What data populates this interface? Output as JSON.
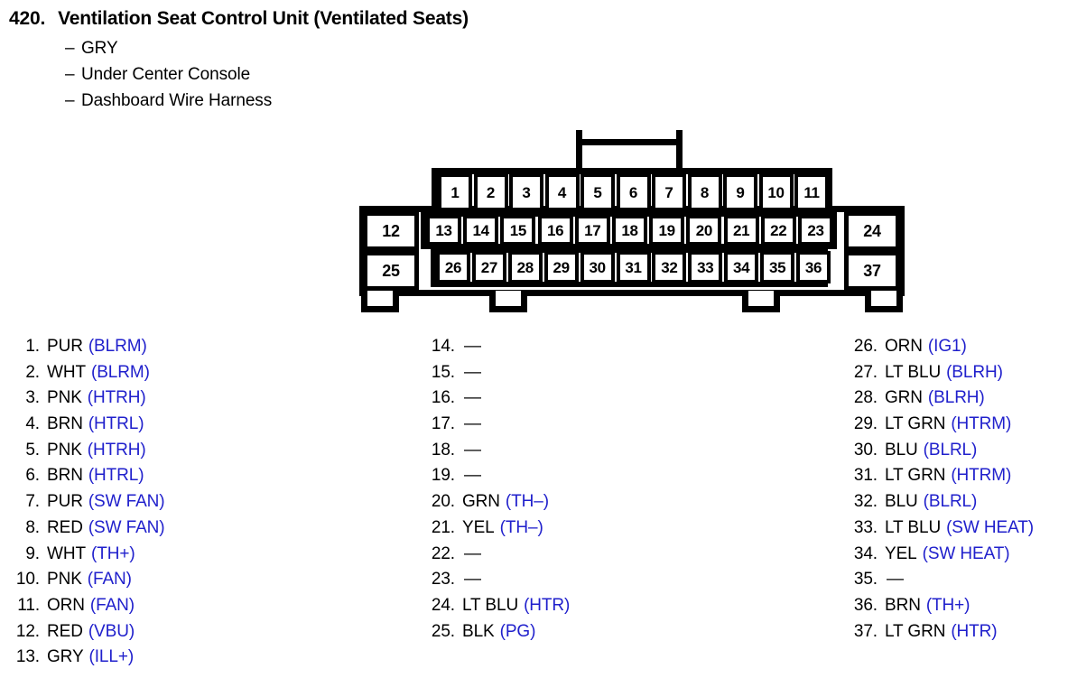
{
  "header": {
    "entry_number": "420.",
    "title": "Ventilation Seat Control Unit (Ventilated Seats)",
    "bullets": [
      {
        "dash": "–",
        "text": "GRY"
      },
      {
        "dash": "–",
        "text": "Under Center Console"
      },
      {
        "dash": "–",
        "text": "Dashboard Wire Harness"
      }
    ]
  },
  "connector": {
    "top_row": [
      "1",
      "2",
      "3",
      "4",
      "5",
      "6",
      "7",
      "8",
      "9",
      "10",
      "11"
    ],
    "left_mid": "12",
    "left_bottom": "25",
    "middle_row": [
      "13",
      "14",
      "15",
      "16",
      "17",
      "18",
      "19",
      "20",
      "21",
      "22",
      "23"
    ],
    "bottom_row": [
      "26",
      "27",
      "28",
      "29",
      "30",
      "31",
      "32",
      "33",
      "34",
      "35",
      "36"
    ],
    "right_mid": "24",
    "right_bottom": "37"
  },
  "colors": {
    "signal_blue": "#2020CC",
    "text_black": "#000000",
    "background": "#ffffff"
  },
  "pin_list": {
    "column_1": [
      {
        "num": "1.",
        "wire": "PUR",
        "signal": "(BLRM)"
      },
      {
        "num": "2.",
        "wire": "WHT",
        "signal": "(BLRM)"
      },
      {
        "num": "3.",
        "wire": "PNK",
        "signal": "(HTRH)"
      },
      {
        "num": "4.",
        "wire": "BRN",
        "signal": "(HTRL)"
      },
      {
        "num": "5.",
        "wire": "PNK",
        "signal": "(HTRH)"
      },
      {
        "num": "6.",
        "wire": "BRN",
        "signal": "(HTRL)"
      },
      {
        "num": "7.",
        "wire": "PUR",
        "signal": "(SW FAN)"
      },
      {
        "num": "8.",
        "wire": "RED",
        "signal": "(SW FAN)"
      },
      {
        "num": "9.",
        "wire": "WHT",
        "signal": "(TH+)"
      },
      {
        "num": "10.",
        "wire": "PNK",
        "signal": "(FAN)"
      },
      {
        "num": "11.",
        "wire": "ORN",
        "signal": "(FAN)"
      },
      {
        "num": "12.",
        "wire": "RED",
        "signal": "(VBU)"
      },
      {
        "num": "13.",
        "wire": "GRY",
        "signal": "(ILL+)"
      }
    ],
    "column_2": [
      {
        "num": "14.",
        "wire": "—",
        "signal": ""
      },
      {
        "num": "15.",
        "wire": "—",
        "signal": ""
      },
      {
        "num": "16.",
        "wire": "—",
        "signal": ""
      },
      {
        "num": "17.",
        "wire": "—",
        "signal": ""
      },
      {
        "num": "18.",
        "wire": "—",
        "signal": ""
      },
      {
        "num": "19.",
        "wire": "—",
        "signal": ""
      },
      {
        "num": "20.",
        "wire": "GRN",
        "signal": "(TH–)"
      },
      {
        "num": "21.",
        "wire": "YEL",
        "signal": "(TH–)"
      },
      {
        "num": "22.",
        "wire": "—",
        "signal": ""
      },
      {
        "num": "23.",
        "wire": "—",
        "signal": ""
      },
      {
        "num": "24.",
        "wire": "LT BLU",
        "signal": "(HTR)"
      },
      {
        "num": "25.",
        "wire": "BLK",
        "signal": "(PG)"
      }
    ],
    "column_3": [
      {
        "num": "26.",
        "wire": "ORN",
        "signal": "(IG1)"
      },
      {
        "num": "27.",
        "wire": "LT BLU",
        "signal": "(BLRH)"
      },
      {
        "num": "28.",
        "wire": "GRN",
        "signal": "(BLRH)"
      },
      {
        "num": "29.",
        "wire": "LT GRN",
        "signal": "(HTRM)"
      },
      {
        "num": "30.",
        "wire": "BLU",
        "signal": "(BLRL)"
      },
      {
        "num": "31.",
        "wire": "LT GRN",
        "signal": "(HTRM)"
      },
      {
        "num": "32.",
        "wire": "BLU",
        "signal": "(BLRL)"
      },
      {
        "num": "33.",
        "wire": "LT BLU",
        "signal": "(SW HEAT)"
      },
      {
        "num": "34.",
        "wire": "YEL",
        "signal": "(SW HEAT)"
      },
      {
        "num": "35.",
        "wire": "—",
        "signal": ""
      },
      {
        "num": "36.",
        "wire": "BRN",
        "signal": "(TH+)"
      },
      {
        "num": "37.",
        "wire": "LT GRN",
        "signal": "(HTR)"
      }
    ]
  }
}
